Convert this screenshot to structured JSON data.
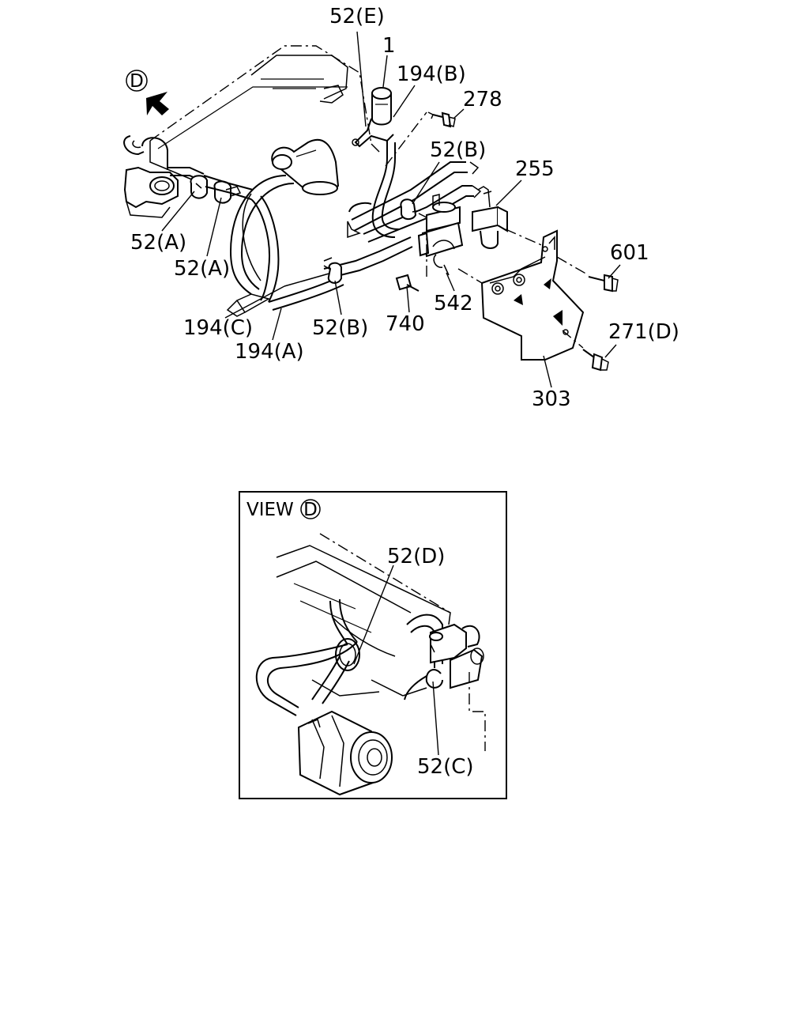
{
  "main_view": {
    "view_marker": "D",
    "callouts": {
      "c52e": "52(E)",
      "c1": "1",
      "c194b": "194(B)",
      "c278": "278",
      "c52b_top": "52(B)",
      "c255": "255",
      "c52a_1": "52(A)",
      "c52a_2": "52(A)",
      "c601": "601",
      "c542": "542",
      "c740": "740",
      "c194c": "194(C)",
      "c52b_bottom": "52(B)",
      "c194a": "194(A)",
      "c271d": "271(D)",
      "c303": "303"
    }
  },
  "inset_view": {
    "title_word": "VIEW",
    "title_marker": "D",
    "callouts": {
      "c52d": "52(D)",
      "c52c": "52(C)"
    }
  }
}
